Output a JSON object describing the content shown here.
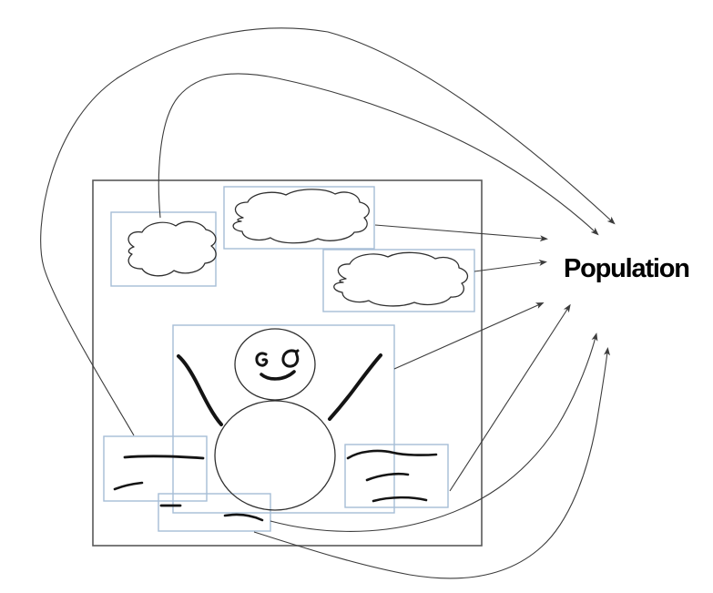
{
  "label": {
    "text": "Population"
  },
  "colors": {
    "background": "#ffffff",
    "frame_stroke": "#595959",
    "box_stroke": "#a6bdd6",
    "sketch_stroke": "#2f2f2f",
    "ink": "#141414",
    "arrow": "#3c3c3c",
    "text": "#000000"
  },
  "diagram": {
    "frame": {
      "name": "system-boundary"
    },
    "nodes": [
      {
        "id": "cloud-top-left",
        "shape": "cloud"
      },
      {
        "id": "cloud-top-center",
        "shape": "cloud"
      },
      {
        "id": "cloud-middle-right",
        "shape": "cloud"
      },
      {
        "id": "snowman-figure",
        "shape": "stick-figure"
      },
      {
        "id": "scribble-bottom-left",
        "shape": "handwritten-lines"
      },
      {
        "id": "scribble-bottom-center",
        "shape": "handwritten-lines"
      },
      {
        "id": "scribble-bottom-right",
        "shape": "handwritten-lines"
      }
    ],
    "arrows": [
      {
        "from": "scribble-bottom-left",
        "to": "Population",
        "route": "arc-over-top-outer"
      },
      {
        "from": "cloud-top-left",
        "to": "Population",
        "route": "arc-over-top-inner"
      },
      {
        "from": "cloud-top-center",
        "to": "Population",
        "route": "straight"
      },
      {
        "from": "cloud-middle-right",
        "to": "Population",
        "route": "straight"
      },
      {
        "from": "snowman-figure",
        "to": "Population",
        "route": "straight"
      },
      {
        "from": "scribble-bottom-right",
        "to": "Population",
        "route": "straight"
      },
      {
        "from": "scribble-bottom-center",
        "to": "Population",
        "route": "curve-below-inner"
      },
      {
        "from": "scribble-bottom-center",
        "to": "Population",
        "route": "curve-below-outer"
      }
    ]
  }
}
